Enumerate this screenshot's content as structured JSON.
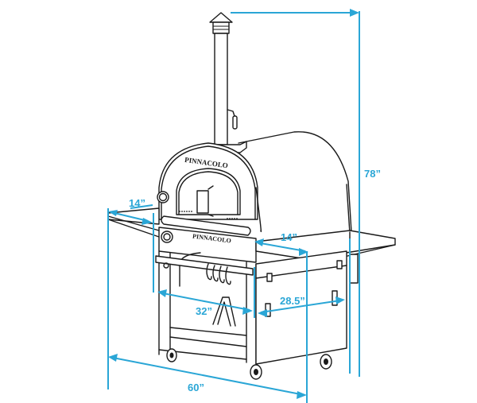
{
  "diagram": {
    "subject": "Outdoor wood-fired pizza oven on cart with side shelves",
    "brand_text": "PINNACOLO",
    "accent_color": "#2aa6d6",
    "line_color": "#1a1a1a",
    "dimensions": {
      "height": "78”",
      "left_shelf_depth": "14”",
      "right_shelf_depth": "14”",
      "cart_width": "32”",
      "cart_depth": "28.5”",
      "overall_width": "60”"
    }
  }
}
